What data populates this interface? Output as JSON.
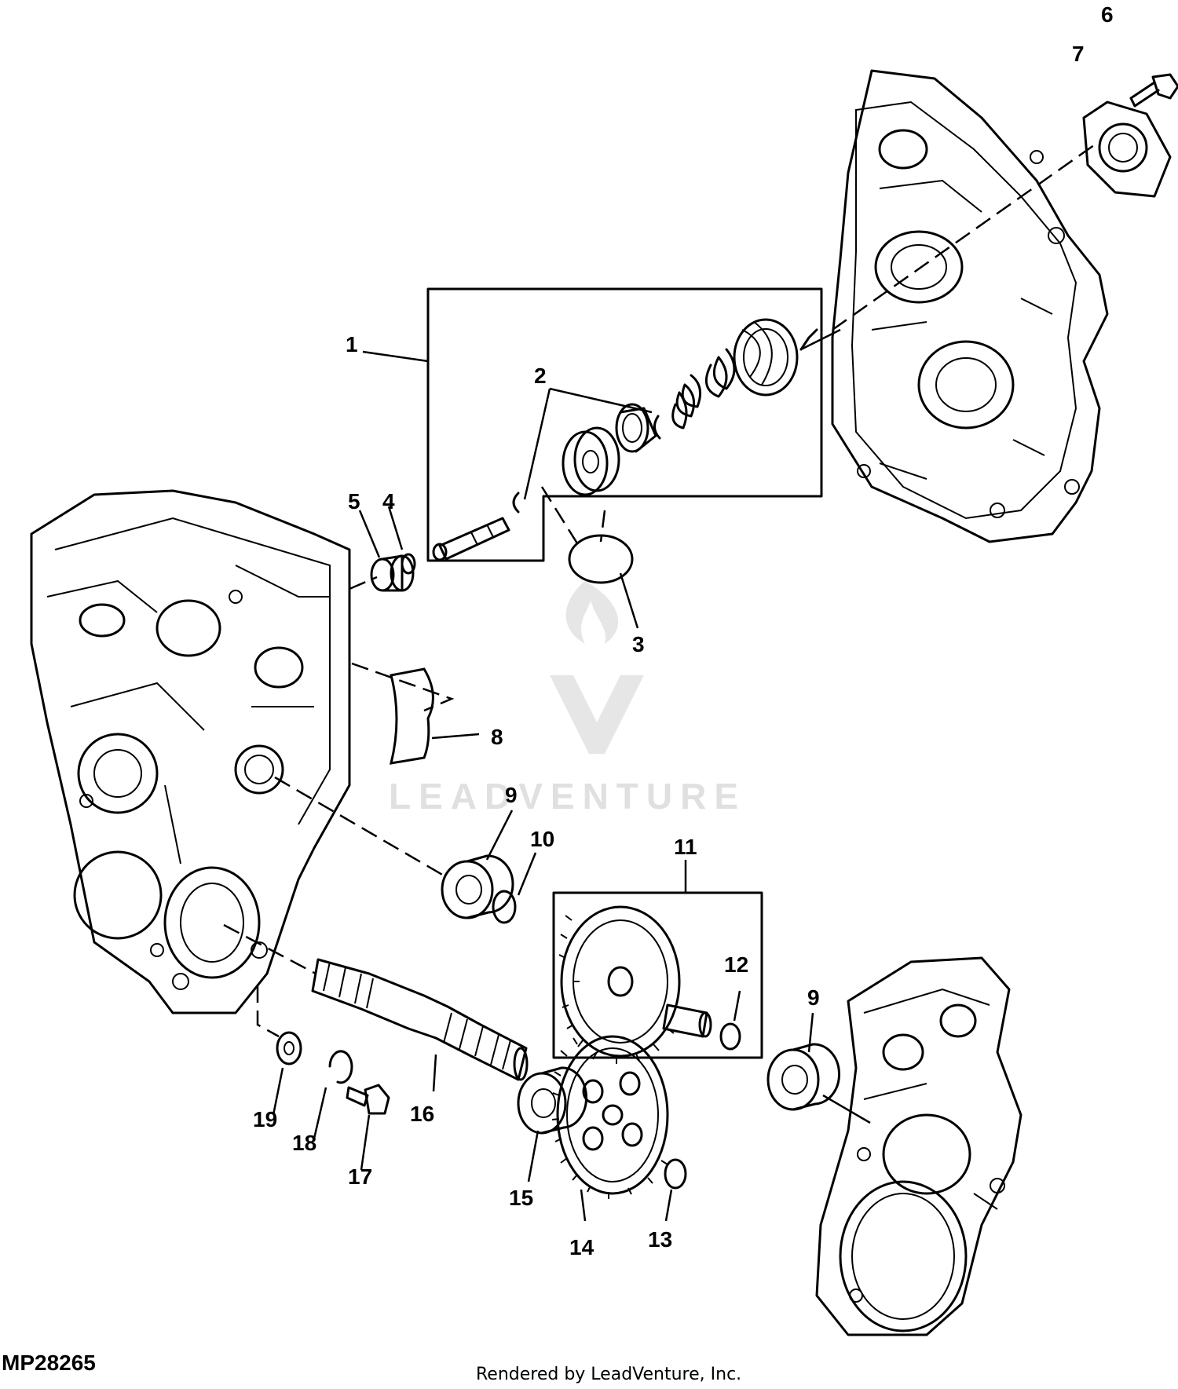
{
  "diagram": {
    "code": "MP28265",
    "credit": "Rendered by LeadVenture, Inc.",
    "watermark": "LEADVENTURE"
  },
  "callouts": {
    "c1": "1",
    "c2": "2",
    "c3": "3",
    "c4": "4",
    "c5": "5",
    "c6": "6",
    "c7": "7",
    "c8": "8",
    "c9a": "9",
    "c9b": "9",
    "c10": "10",
    "c11": "11",
    "c12": "12",
    "c13": "13",
    "c14": "14",
    "c15": "15",
    "c16": "16",
    "c17": "17",
    "c18": "18",
    "c19": "19"
  }
}
